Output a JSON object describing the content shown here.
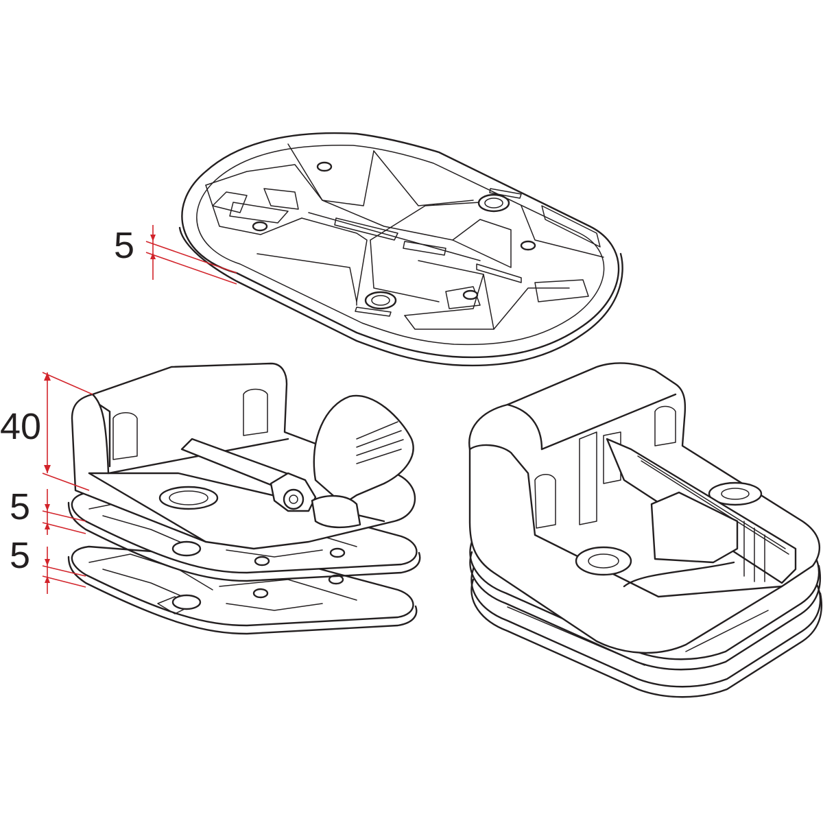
{
  "dimensions": {
    "top_plate_thickness": "5",
    "base_height": "40",
    "spacer_1_thickness": "5",
    "spacer_2_thickness": "5"
  }
}
